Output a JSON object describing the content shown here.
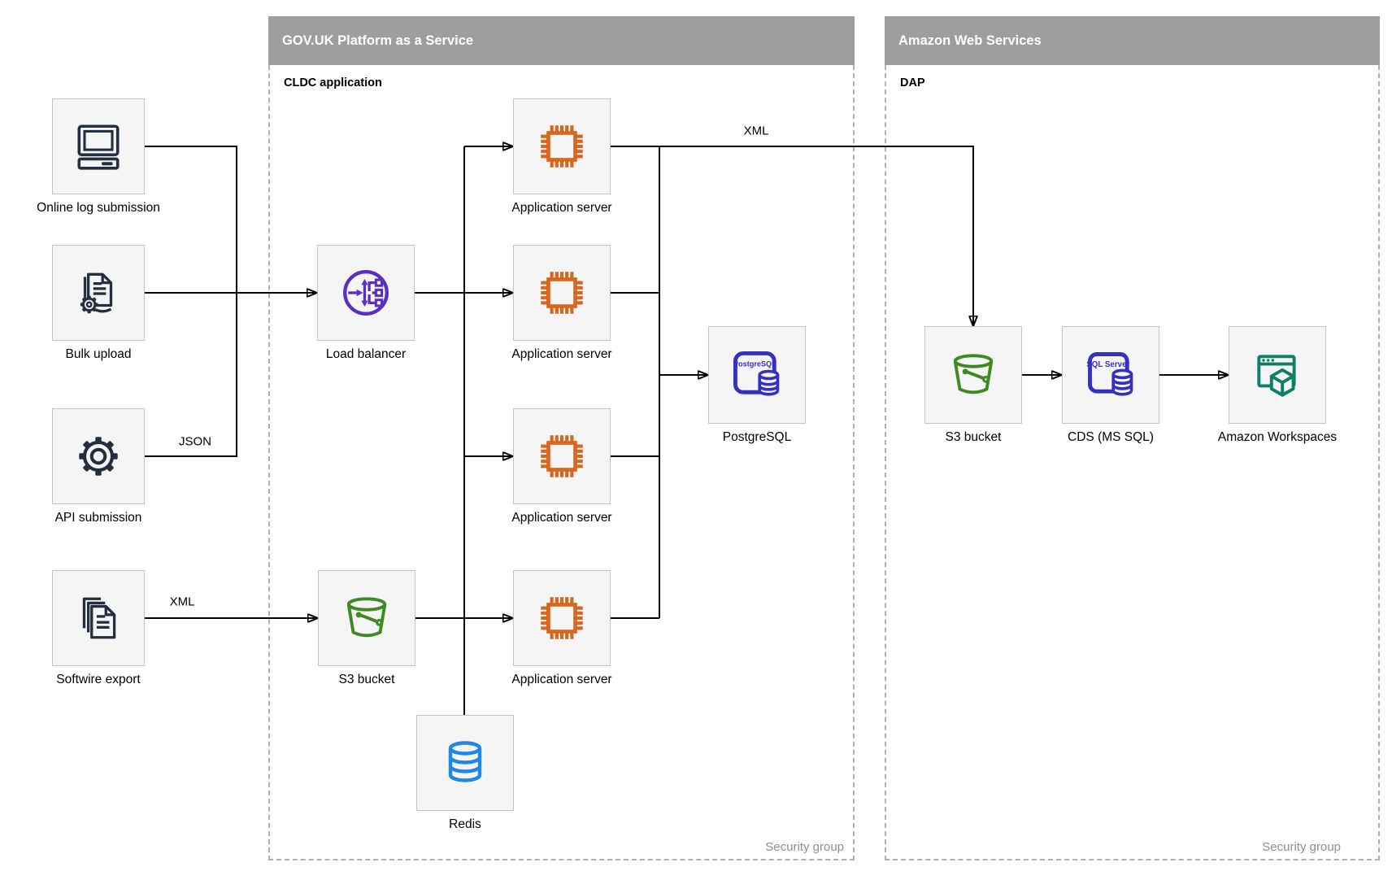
{
  "containers": {
    "paas": {
      "title": "GOV.UK Platform as a Service",
      "sublabel": "CLDC application",
      "footer": "Security group"
    },
    "aws": {
      "title": "Amazon Web Services",
      "sublabel": "DAP",
      "footer": "Security group"
    }
  },
  "nodes": {
    "online_log": {
      "label": "Online log submission"
    },
    "bulk_upload": {
      "label": "Bulk upload"
    },
    "api_submission": {
      "label": "API submission"
    },
    "softwire_export": {
      "label": "Softwire export"
    },
    "load_balancer": {
      "label": "Load balancer"
    },
    "app_server_1": {
      "label": "Application server"
    },
    "app_server_2": {
      "label": "Application server"
    },
    "app_server_3": {
      "label": "Application server"
    },
    "app_server_4": {
      "label": "Application server"
    },
    "postgresql": {
      "label": "PostgreSQL"
    },
    "s3_bucket_paas": {
      "label": "S3 bucket"
    },
    "redis": {
      "label": "Redis"
    },
    "s3_bucket_aws": {
      "label": "S3 bucket"
    },
    "cds": {
      "label": "CDS (MS SQL)"
    },
    "workspaces": {
      "label": "Amazon Workspaces"
    }
  },
  "edge_labels": {
    "api_json": "JSON",
    "softwire_xml": "XML",
    "app_xml": "XML"
  },
  "icon_text": {
    "postgresql_badge": "PostgreSQL",
    "sql_server_badge": "SQL Server"
  },
  "colors": {
    "header_bg": "#9e9e9e",
    "dark": "#232f3e",
    "purple": "#5b2fbe",
    "orange": "#d9661f",
    "green": "#408a23",
    "blue_db": "#3530c2",
    "redis_blue": "#1e88e8",
    "teal": "#0e7f66"
  }
}
